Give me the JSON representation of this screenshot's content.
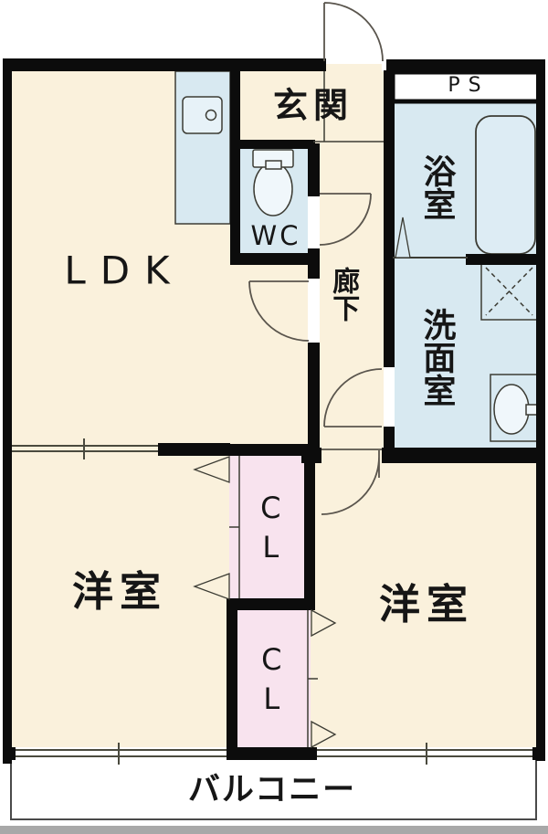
{
  "rooms": {
    "ldk": {
      "label": "LDK"
    },
    "entrance": {
      "label": "玄関"
    },
    "pipe_space": {
      "label": "PS"
    },
    "toilet": {
      "label": "WC"
    },
    "bathroom": {
      "label": "浴室"
    },
    "washroom": {
      "label": "洗面室"
    },
    "hallway": {
      "label": "廊下"
    },
    "closet_upper": {
      "label": "CL"
    },
    "closet_lower": {
      "label": "CL"
    },
    "bedroom_left": {
      "label": "洋室"
    },
    "bedroom_right": {
      "label": "洋室"
    },
    "balcony": {
      "label": "バルコニー"
    }
  },
  "colors": {
    "room_floor": "#FAF1DC",
    "wet_area": "#D8E9F1",
    "closet": "#F8E3EE",
    "wall": "#0C0C0C",
    "balcony_edge_gray": "#A8A8A8"
  }
}
